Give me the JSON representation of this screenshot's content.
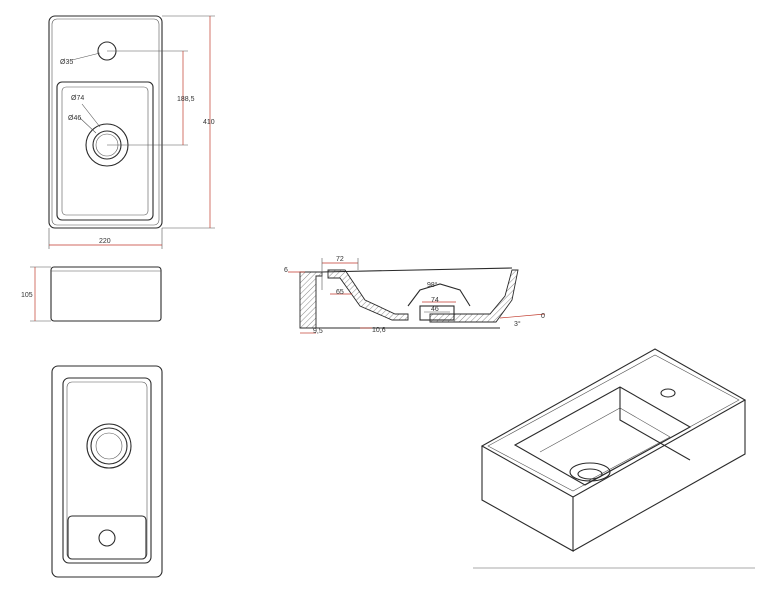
{
  "top_view": {
    "dim_hole": "Ø35",
    "dim_outer": "Ø74",
    "dim_inner": "Ø46",
    "dim_height_to_hole": "188,5",
    "dim_length": "410",
    "dim_width": "220"
  },
  "side_view": {
    "dim_height": "105"
  },
  "section_view": {
    "dim_top_left": "6",
    "dim_72": "72",
    "dim_65": "65",
    "dim_angle": "98°",
    "dim_74": "74",
    "dim_46": "46",
    "dim_9_5": "9,5",
    "dim_10_6": "10,6",
    "dim_3deg": "3°",
    "dim_right": "0"
  }
}
